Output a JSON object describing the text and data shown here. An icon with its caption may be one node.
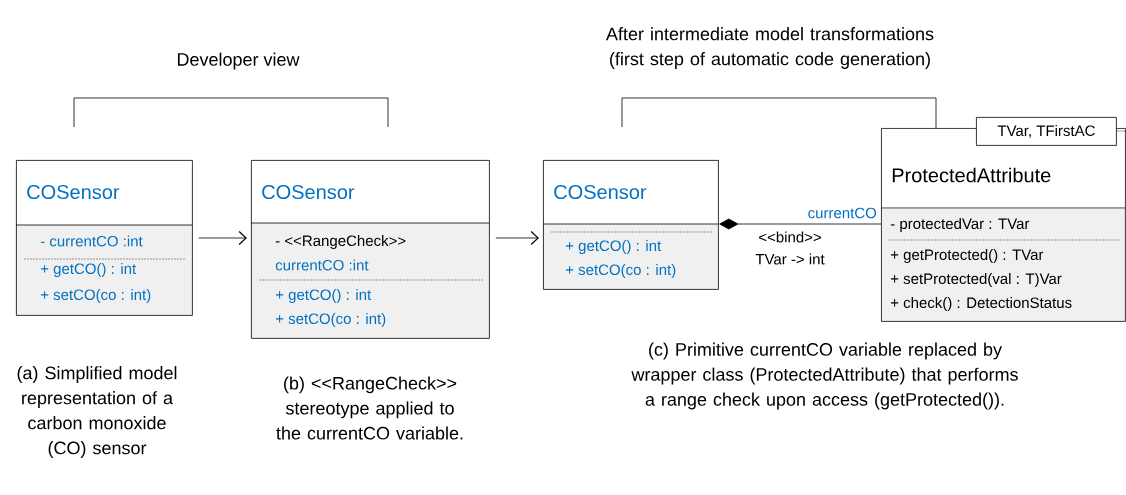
{
  "diagram": {
    "nodes": [
      {
        "text": [
          "COSensor",
          "- currentCO :int",
          "+ getCO() : int",
          "+ setCO(co : int)"
        ]
      },
      {
        "text": [
          "COSensor",
          "- <<RangeCheck>>",
          "currentCO :int",
          "+ getCO() : int",
          "+ setCO(co : int)"
        ]
      },
      {
        "text": [
          "COSensor",
          "+ getCO() : int",
          "+ setCO(co : int)"
        ]
      },
      {
        "text": [
          "ProtectedAttribute",
          "- protectedVar :  TVar",
          "+ getProtected() : TVar",
          "+ setProtected(val : T)Var",
          "+ check() : DetectionStatus"
        ]
      },
      {
        "text": [
          "TVar, TFirstAC"
        ]
      }
    ],
    "edges": [
      {
        "from": 0,
        "to": 1,
        "arrow": "to"
      },
      {
        "from": 1,
        "to": 2,
        "arrow": "to"
      },
      {
        "from": 2,
        "to": 3,
        "arrow": "other",
        "label": "currentCO"
      }
    ],
    "labels": [
      "Developer view",
      "After intermediate model transformations (first step of automatic code generation)",
      "<<bind>>",
      "TVar -> int",
      "(a) Simplified model representation of a carbon monoxide (CO) sensor",
      "(b) <<RangeCheck>> stereotype applied to the currentCO variable.",
      "(c) Primitive currentCO variable replaced by wrapper class (ProtectedAttribute) that performs a range check upon access (getProtected())."
    ]
  }
}
